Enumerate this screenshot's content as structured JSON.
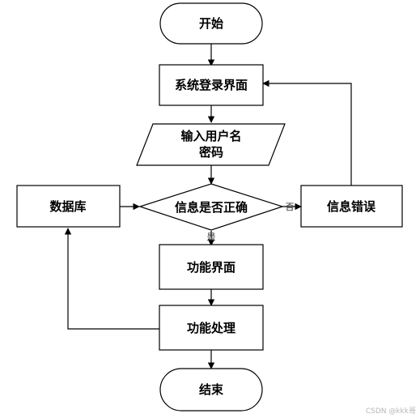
{
  "nodes": {
    "start": "开始",
    "login": "系统登录界面",
    "input_line1": "输入用户名",
    "input_line2": "密码",
    "check": "信息是否正确",
    "database": "数据库",
    "error": "信息错误",
    "function_ui": "功能界面",
    "process": "功能处理",
    "end": "结束"
  },
  "edges": {
    "yes": "是",
    "no": "否"
  },
  "watermark": "CSDN @kkk哥"
}
